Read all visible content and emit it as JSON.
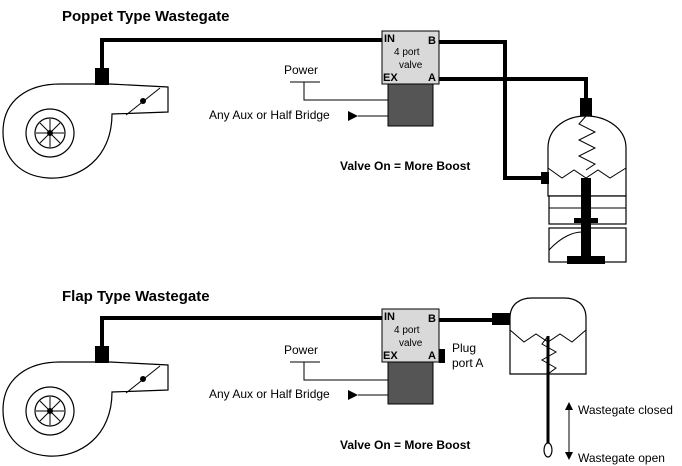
{
  "sections": {
    "poppet": {
      "title": "Poppet Type Wastegate",
      "valve": {
        "port_in": "IN",
        "port_b": "B",
        "port_ex": "EX",
        "port_a": "A",
        "line1": "4 port",
        "line2": "valve"
      },
      "power_label": "Power",
      "aux_label": "Any Aux or Half Bridge",
      "note": "Valve On = More Boost"
    },
    "flap": {
      "title": "Flap Type Wastegate",
      "valve": {
        "port_in": "IN",
        "port_b": "B",
        "port_ex": "EX",
        "port_a": "A",
        "line1": "4 port",
        "line2": "valve"
      },
      "power_label": "Power",
      "aux_label": "Any Aux or Half Bridge",
      "plug_line1": "Plug",
      "plug_line2": "port A",
      "note": "Valve On = More Boost",
      "closed_label": "Wastegate closed",
      "open_label": "Wastegate open"
    }
  },
  "colors": {
    "pipe": "#000000",
    "valve_body": "#d9d9d9",
    "solenoid": "#555555"
  }
}
